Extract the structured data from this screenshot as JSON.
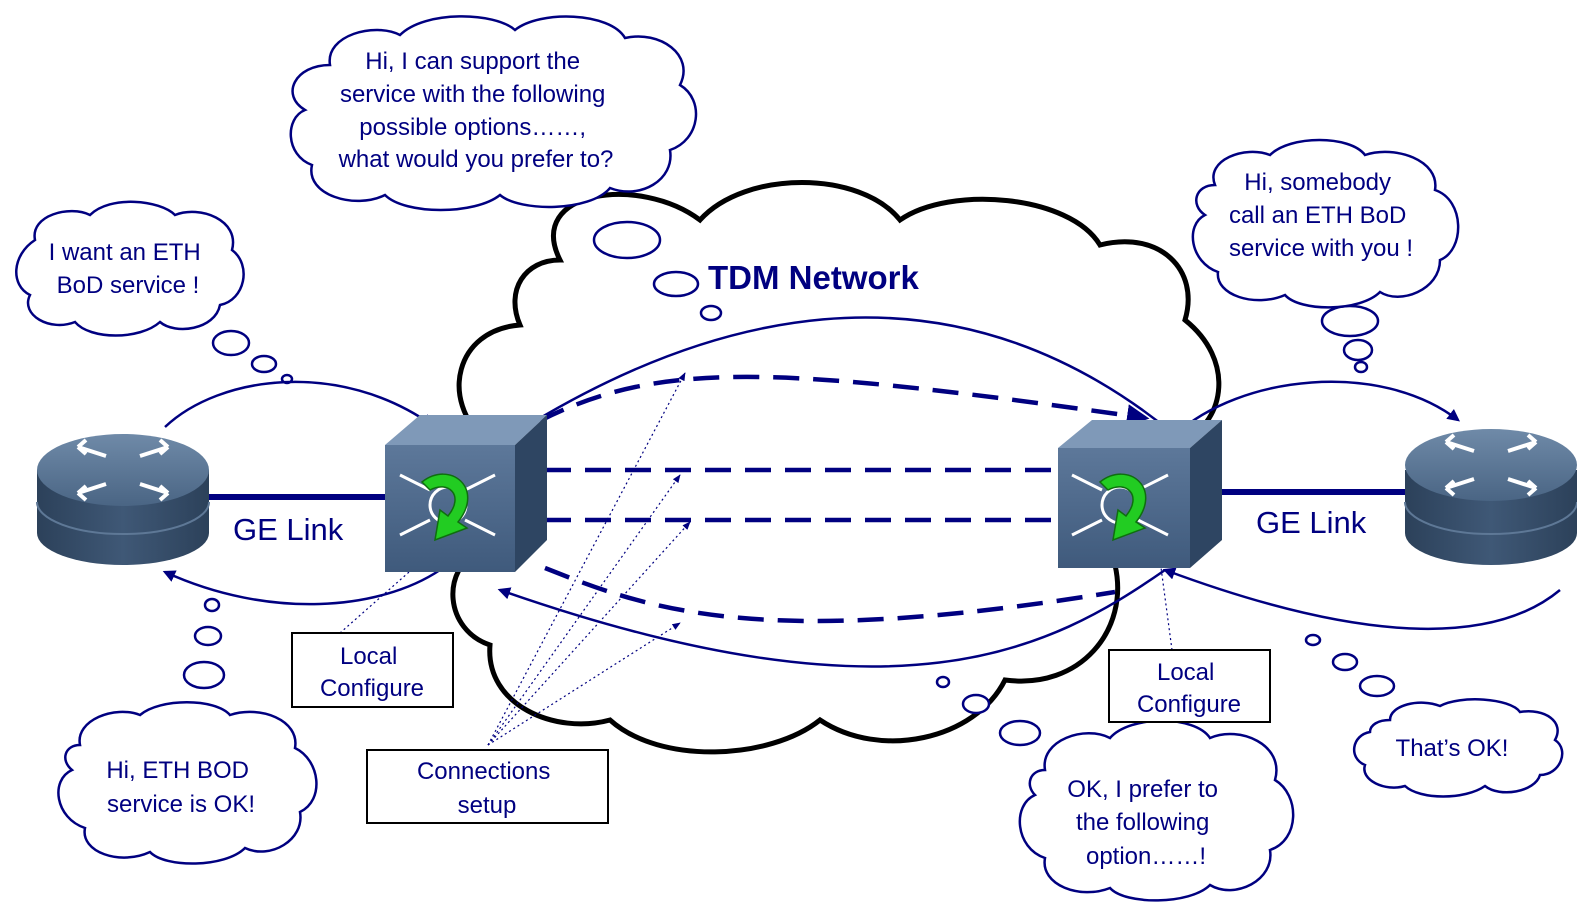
{
  "colors": {
    "navy": "#000080",
    "cloud_outline": "#000000",
    "device_blue": "#3d5877",
    "device_dark": "#2a3f58",
    "arrow_green": "#22cc22",
    "box_border": "#000000"
  },
  "network": {
    "title": "TDM Network"
  },
  "links": {
    "left_label": "GE Link",
    "right_label": "GE Link"
  },
  "icons": {
    "left_router": "router-icon",
    "left_switch": "optical-switch-icon",
    "right_switch": "optical-switch-icon",
    "right_router": "router-icon"
  },
  "bubbles": {
    "want_service": [
      "I want an ETH",
      "BoD service !"
    ],
    "can_support": [
      "Hi, I can support the",
      "service with the following",
      "possible options……,",
      "what would you prefer to?"
    ],
    "somebody_call": [
      "Hi, somebody",
      "call an ETH BoD",
      "service with you !"
    ],
    "service_ok": [
      "Hi, ETH BOD",
      "service is OK!"
    ],
    "prefer_option": [
      "OK, I prefer to",
      "the following",
      "option……!"
    ],
    "thats_ok": [
      "That’s OK!"
    ]
  },
  "boxes": {
    "local_configure_left": [
      "Local",
      "Configure"
    ],
    "local_configure_right": [
      "Local",
      "Configure"
    ],
    "connections_setup": [
      "Connections",
      "setup"
    ]
  }
}
